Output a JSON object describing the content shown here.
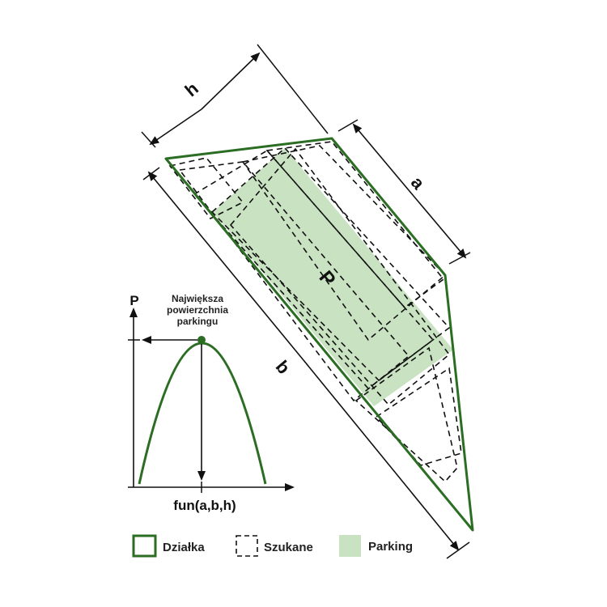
{
  "colors": {
    "plot_outline": "#2b6e23",
    "parking_fill": "#c9e3c2",
    "dashed": "#111111",
    "curve": "#2b6e23"
  },
  "dimensions": {
    "h": "h",
    "a": "a",
    "b": "b",
    "area": "P"
  },
  "graph": {
    "y_axis_label": "P",
    "x_axis_label": "fun(a,b,h)",
    "annotation_line1": "Największa",
    "annotation_line2": "powierzchnia",
    "annotation_line3": "parkingu"
  },
  "legend": {
    "plot": "Działka",
    "searched": "Szukane",
    "parking": "Parking"
  }
}
